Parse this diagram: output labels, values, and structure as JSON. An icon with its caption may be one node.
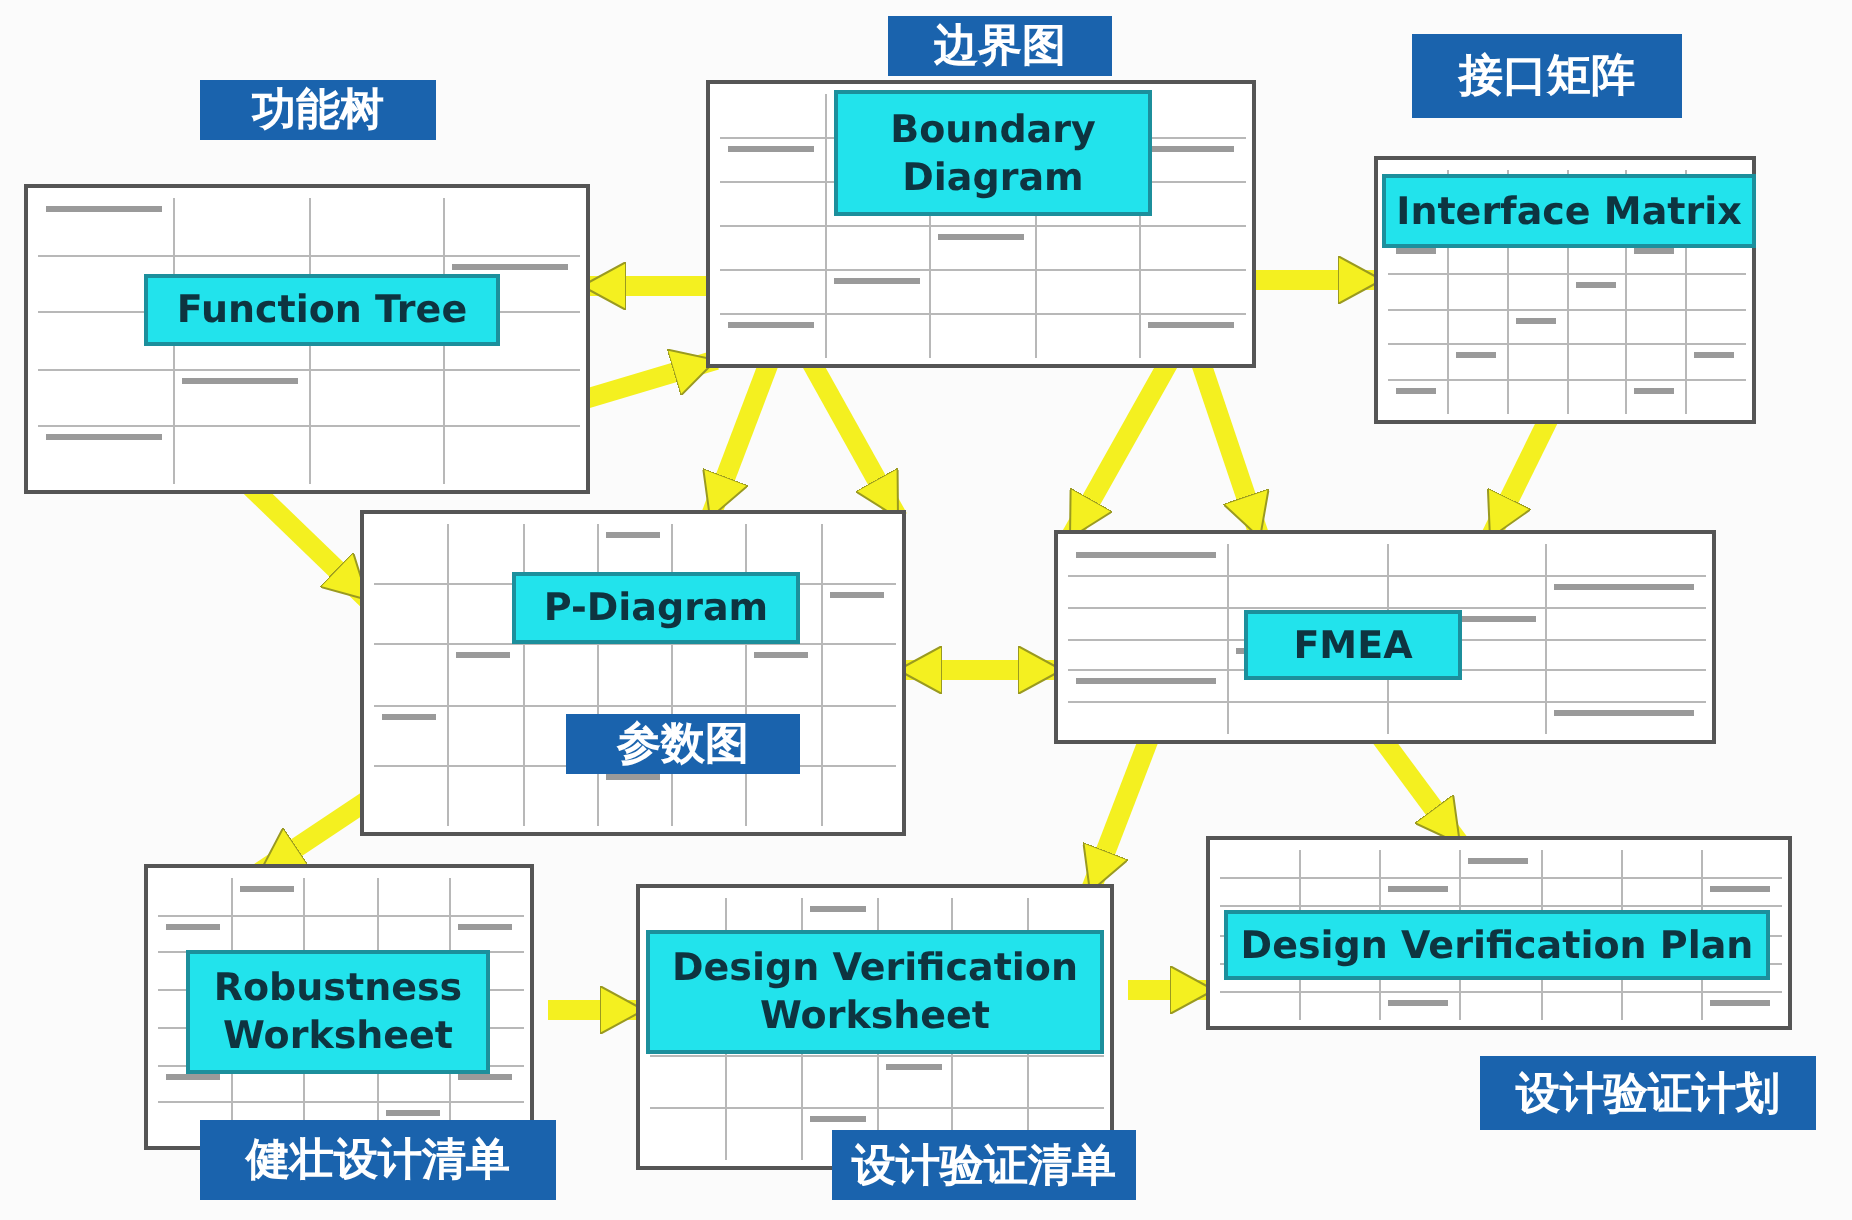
{
  "diagram": {
    "nodes": [
      {
        "text": [
          "功能树",
          "Function Tree"
        ]
      },
      {
        "text": [
          "边界图",
          "Boundary Diagram"
        ]
      },
      {
        "text": [
          "接口矩阵",
          "Interface Matrix"
        ]
      },
      {
        "text": [
          "P-Diagram",
          "参数图"
        ]
      },
      {
        "text": [
          "FMEA"
        ]
      },
      {
        "text": [
          "Robustness Worksheet",
          "健壮设计清单"
        ]
      },
      {
        "text": [
          "Design Verification Worksheet",
          "设计验证清单"
        ]
      },
      {
        "text": [
          "Design Verification Plan",
          "设计验证计划"
        ]
      }
    ],
    "edges": [
      {
        "from": 1,
        "to": 0,
        "arrow": "to"
      },
      {
        "from": 1,
        "to": 2,
        "arrow": "to"
      },
      {
        "from": 0,
        "to": 1,
        "arrow": "to"
      },
      {
        "from": 0,
        "to": 3,
        "arrow": "to"
      },
      {
        "from": 1,
        "to": 3,
        "arrow": "to"
      },
      {
        "from": 1,
        "to": 3,
        "arrow": "to"
      },
      {
        "from": 1,
        "to": 4,
        "arrow": "to"
      },
      {
        "from": 1,
        "to": 4,
        "arrow": "to"
      },
      {
        "from": 2,
        "to": 4,
        "arrow": "to"
      },
      {
        "from": 3,
        "to": 4,
        "arrow": "both"
      },
      {
        "from": 3,
        "to": 5,
        "arrow": "to"
      },
      {
        "from": 4,
        "to": 6,
        "arrow": "to"
      },
      {
        "from": 4,
        "to": 7,
        "arrow": "to"
      },
      {
        "from": 5,
        "to": 6,
        "arrow": "to"
      },
      {
        "from": 6,
        "to": 7,
        "arrow": "to"
      }
    ]
  }
}
